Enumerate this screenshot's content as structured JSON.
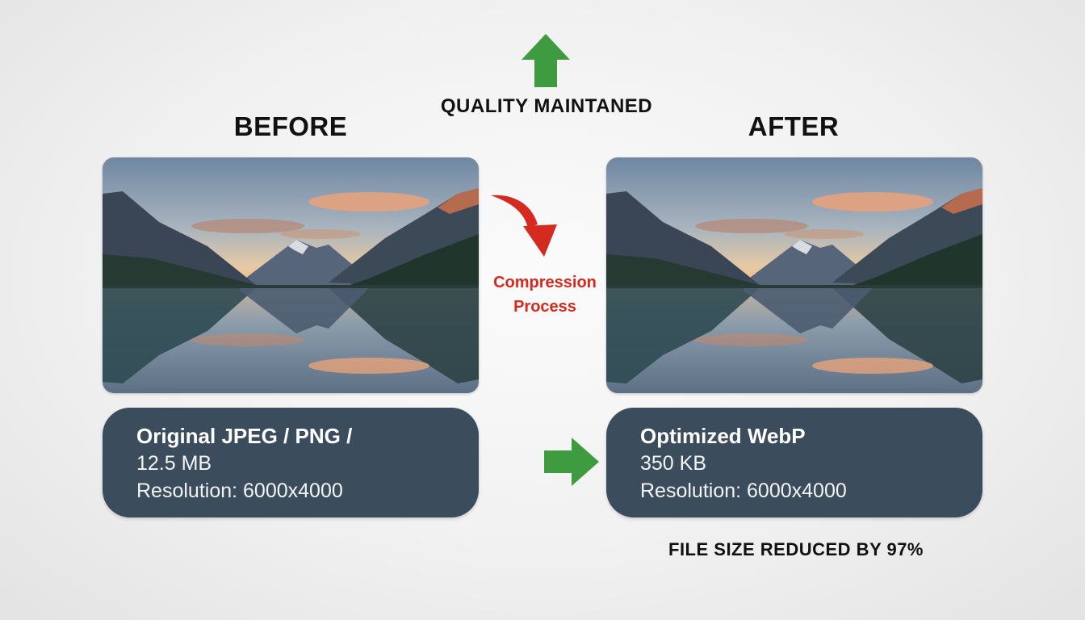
{
  "top": {
    "quality_label": "QUALITY MAINTANED",
    "up_arrow_icon": "green-up-arrow",
    "accent_green": "#3f9b3f"
  },
  "before": {
    "heading": "BEFORE",
    "image_alt": "Mountain lake at sunset with reflection",
    "card": {
      "format": "Original JPEG / PNG /",
      "size": "12.5 MB",
      "resolution": "Resolution: 6000x4000"
    }
  },
  "after": {
    "heading": "AFTER",
    "image_alt": "Mountain lake at sunset with reflection",
    "card": {
      "format": "Optimized WebP",
      "size": "350 KB",
      "resolution": "Resolution: 6000x4000"
    }
  },
  "process": {
    "label_line1": "Compression",
    "label_line2": "Process",
    "arrow_icon": "red-curved-arrow",
    "accent_red": "#d42a20"
  },
  "summary": {
    "text": "FILE SIZE REDUCED BY 97%",
    "right_arrow_icon": "green-right-arrow"
  },
  "colors": {
    "card_bg": "#3b4d5c",
    "background": "#f1f1f1"
  }
}
